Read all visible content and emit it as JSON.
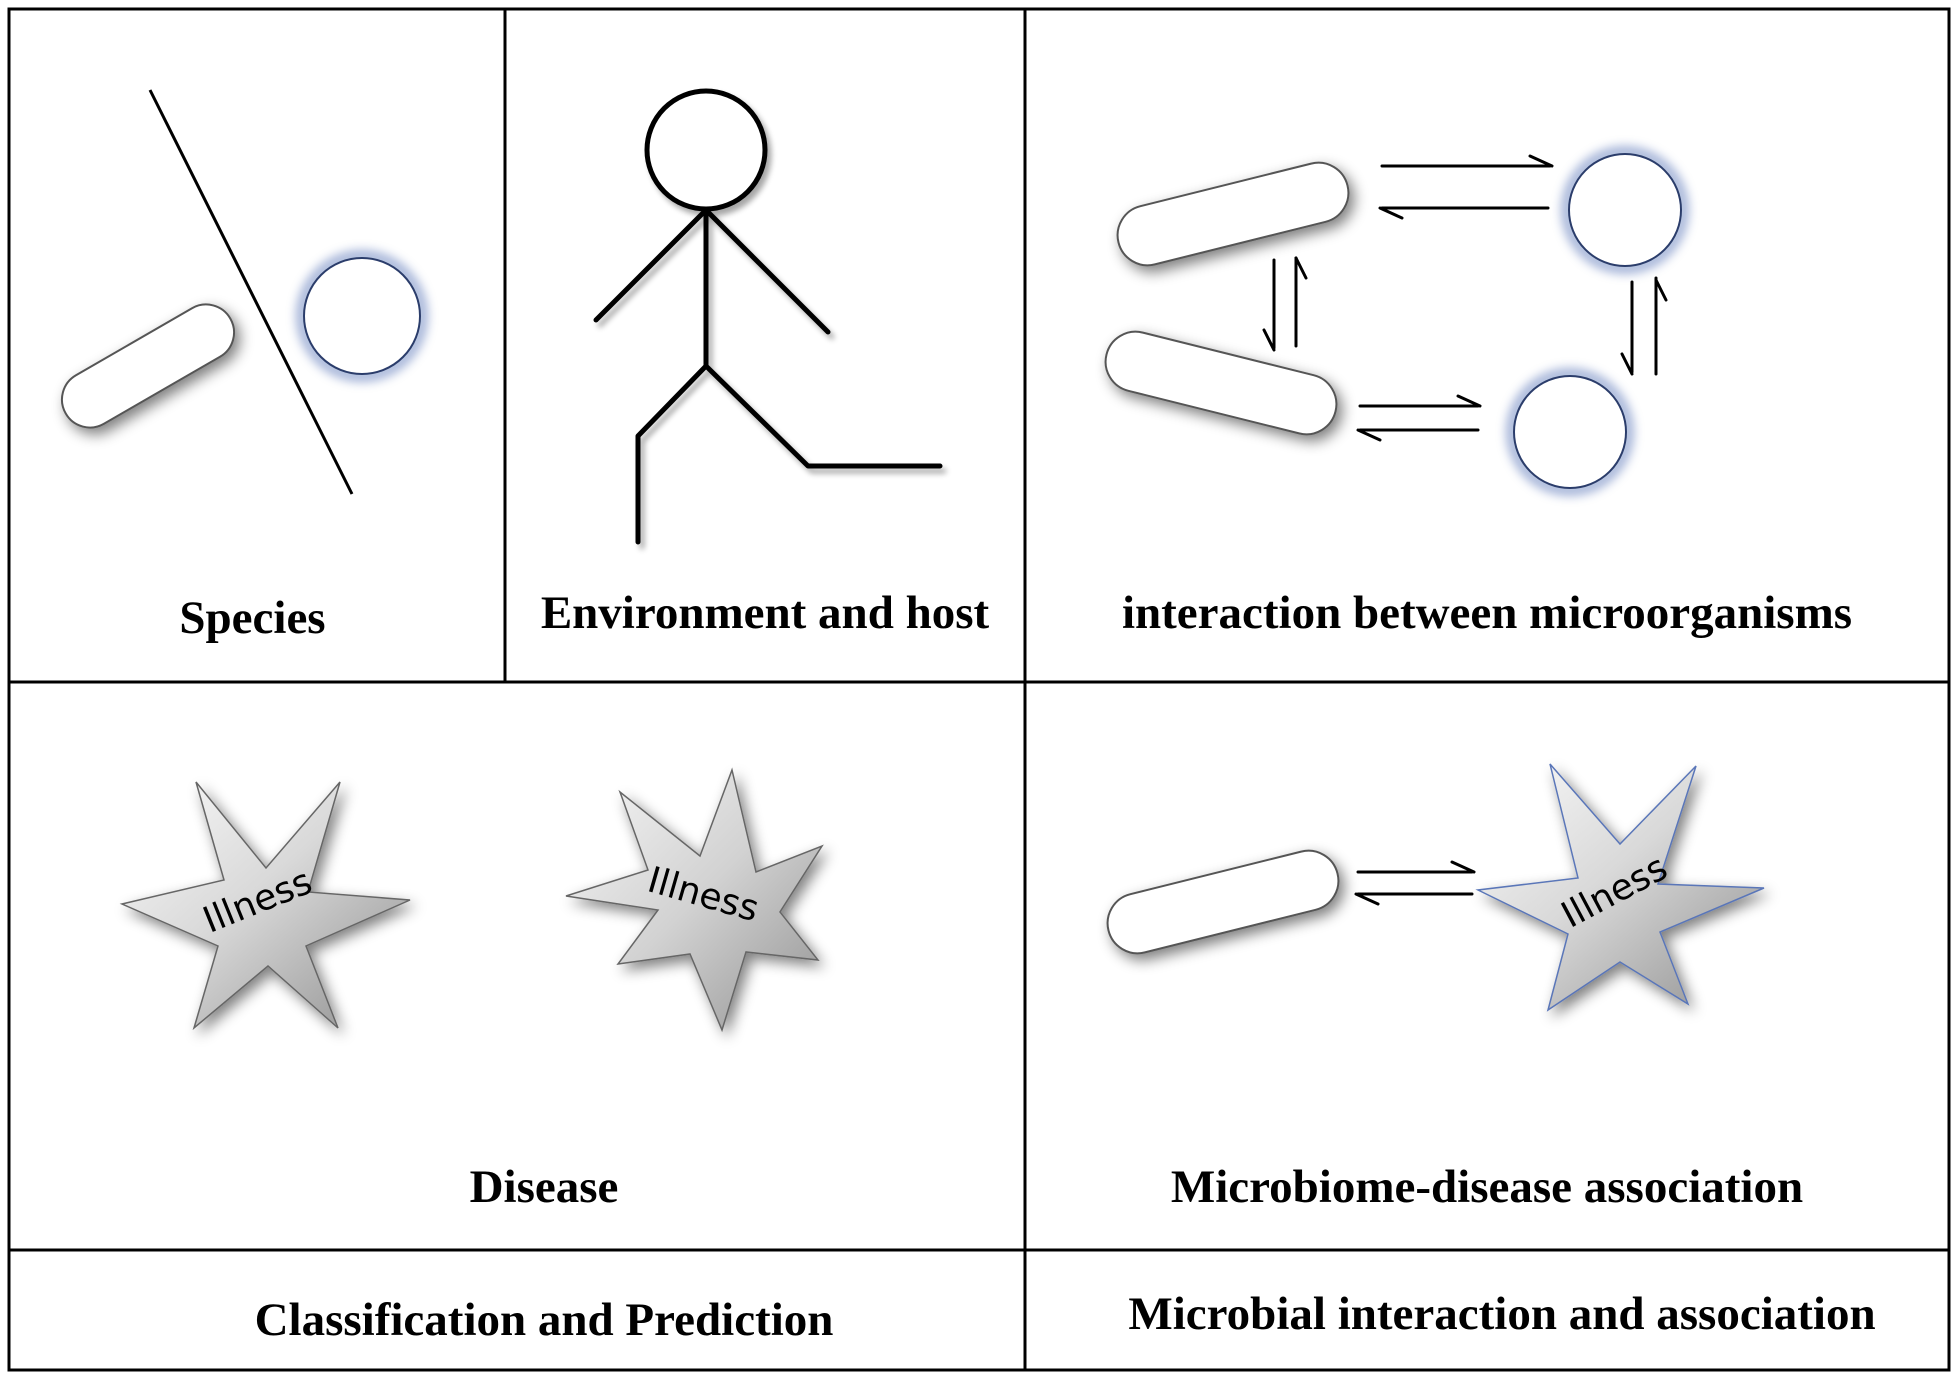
{
  "panels": {
    "species": {
      "label": "Species"
    },
    "environment": {
      "label": "Environment and host"
    },
    "interaction": {
      "label": "interaction between microorganisms"
    },
    "disease": {
      "label": "Disease",
      "star_text": "Illness"
    },
    "association": {
      "label": "Microbiome-disease association",
      "star_text": "Illness"
    }
  },
  "footer": {
    "left": "Classification and Prediction",
    "right": "Microbial interaction and association"
  },
  "colors": {
    "cell_glow": "#5a76b8",
    "line": "#000000",
    "star_fill_light": "#fafafa",
    "star_fill_dark": "#8e8e8e"
  }
}
